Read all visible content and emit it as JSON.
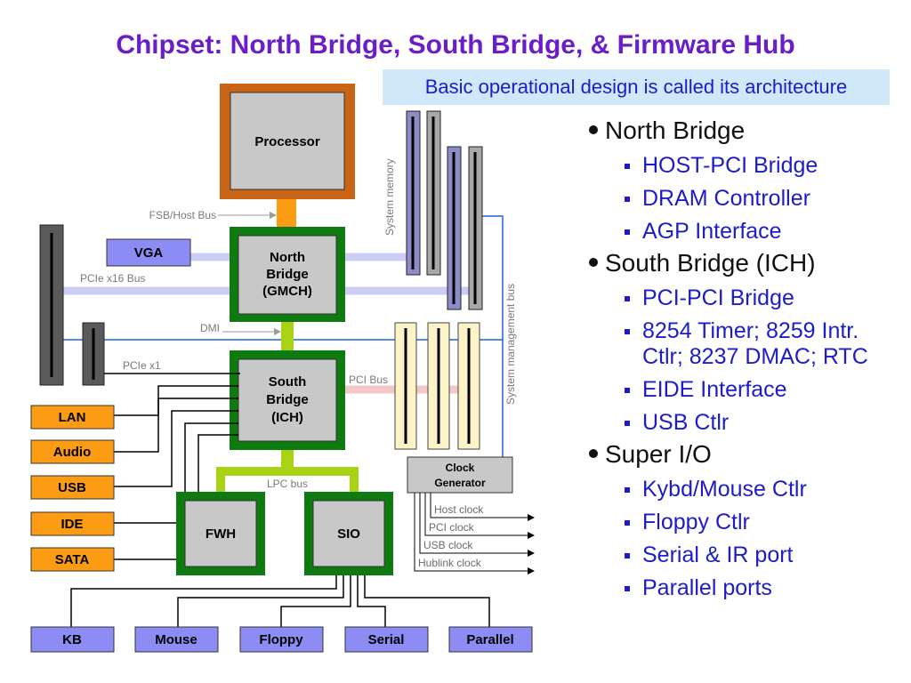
{
  "title": "Chipset: North Bridge, South Bridge, & Firmware Hub",
  "subtitle": "Basic operational design is called its architecture",
  "diagram": {
    "processor": "Processor",
    "north_bridge": [
      "North",
      "Bridge",
      "(GMCH)"
    ],
    "south_bridge": [
      "South",
      "Bridge",
      "(ICH)"
    ],
    "vga": "VGA",
    "fwh": "FWH",
    "sio": "SIO",
    "clock_generator": [
      "Clock",
      "Generator"
    ],
    "bus_labels": {
      "fsb": "FSB/Host Bus",
      "pcie_x16": "PCIe x16 Bus",
      "dmi": "DMI",
      "pcie_x1": "PCIe x1",
      "pci_bus": "PCI Bus",
      "lpc": "LPC bus",
      "system_memory": "System memory",
      "system_mgmt_bus": "System management bus"
    },
    "south_devices": [
      "LAN",
      "Audio",
      "USB",
      "IDE",
      "SATA"
    ],
    "sio_devices": [
      "KB",
      "Mouse",
      "Floppy",
      "Serial",
      "Parallel"
    ],
    "clocks": [
      "Host clock",
      "PCI clock",
      "USB clock",
      "Hublink clock"
    ],
    "colors": {
      "processor_frame": "#c86414",
      "bridge_frame": "#0f7a0f",
      "chip_fill": "#c8c8c8",
      "device_orange": "#fc9c14",
      "device_purple": "#8c8cf4",
      "lpc_green": "#a8d214",
      "pci_pink": "#f4c8c8",
      "bus_lavender": "#cccdf4",
      "mgmt_blue": "#1e64dc",
      "slot_cream": "#fcf4c8"
    }
  },
  "outline": [
    {
      "label": "North Bridge",
      "items": [
        "HOST-PCI Bridge",
        "DRAM Controller",
        "AGP Interface"
      ]
    },
    {
      "label": "South Bridge (ICH)",
      "items": [
        "PCI-PCI Bridge",
        "8254 Timer; 8259 Intr. Ctlr; 8237 DMAC; RTC",
        "EIDE Interface",
        "USB Ctlr"
      ]
    },
    {
      "label": "Super I/O",
      "items": [
        "Kybd/Mouse Ctlr",
        "Floppy Ctlr",
        "Serial & IR port",
        "Parallel ports"
      ]
    }
  ]
}
